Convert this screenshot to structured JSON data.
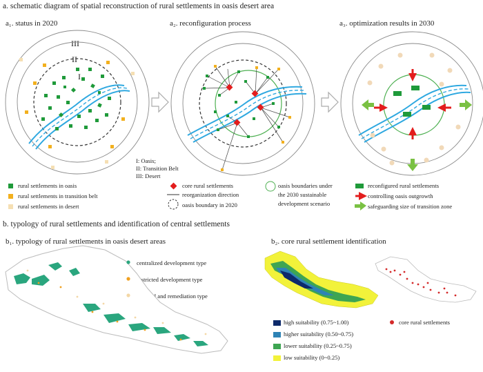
{
  "section_a": {
    "title": "a. schematic diagram of spatial reconstruction of rural settlements in oasis desert area",
    "panels": [
      {
        "label": "a₁. status in 2020"
      },
      {
        "label": "a₂. reconfiguration process"
      },
      {
        "label": "a₃. optimization results in 2030"
      }
    ],
    "zones": {
      "roman_3": "III",
      "roman_2": "II",
      "roman_1": "I",
      "key_1": "I: Oasis;",
      "key_2": "II: Transition Belt",
      "key_3": "III: Desert"
    },
    "legend_col1": [
      {
        "text": "rural settlements in oasis",
        "color": "#1f9a3a"
      },
      {
        "text": "rural settlements in transition belt",
        "color": "#f2b01e"
      },
      {
        "text": "rural settlements in desert",
        "color": "#f5dfb3"
      }
    ],
    "legend_col2": [
      {
        "text": "core rural settlements",
        "color": "#e31d1d"
      },
      {
        "text": "reorganization direction"
      },
      {
        "text": "oasis boundary in 2020"
      }
    ],
    "legend_col3": {
      "line1": "oasis boundaries under",
      "line2": "the 2030 sustainable",
      "line3": "development scenario",
      "color": "#4caf50"
    },
    "legend_col4": [
      {
        "text": "reconfigured rural settlements",
        "color": "#1f9a3a"
      },
      {
        "text": "controlling oasis outgrowth",
        "color": "#e31d1d"
      },
      {
        "text": "safeguarding size of transition zone",
        "color": "#7ac143"
      }
    ]
  },
  "section_b": {
    "title": "b. typology of rural settlements and identification of central settlements",
    "b1": {
      "label": "b₁. typology of rural settlements in oasis desert areas",
      "legend": [
        {
          "text": "centralized development type",
          "color": "#2aa67e"
        },
        {
          "text": "restricted development type",
          "color": "#f0a020"
        },
        {
          "text": "removal and remediation type",
          "color": "#f3d7a6"
        }
      ]
    },
    "b2": {
      "label": "b₂. core rural settlement identification",
      "legend": [
        {
          "text": "high suitability (0.75~1.00)",
          "color": "#0d2a6b"
        },
        {
          "text": "higher suitability (0.50~0.75)",
          "color": "#2e83b5"
        },
        {
          "text": "lower suitability (0.25~0.75)",
          "color": "#3ea552"
        },
        {
          "text": "low suitability (0~0.25)",
          "color": "#f2f23a"
        }
      ],
      "core_legend": {
        "text": "core rural settlements",
        "color": "#d42a2a"
      }
    }
  },
  "colors": {
    "river": "#2ea8e0",
    "ring": "#888888",
    "oasis_green": "#1f9a3a",
    "transition_orange": "#f2b01e",
    "desert_tan": "#f1d9b8",
    "core_red": "#e31d1d",
    "arrow_gray": "#bbbbbb"
  }
}
